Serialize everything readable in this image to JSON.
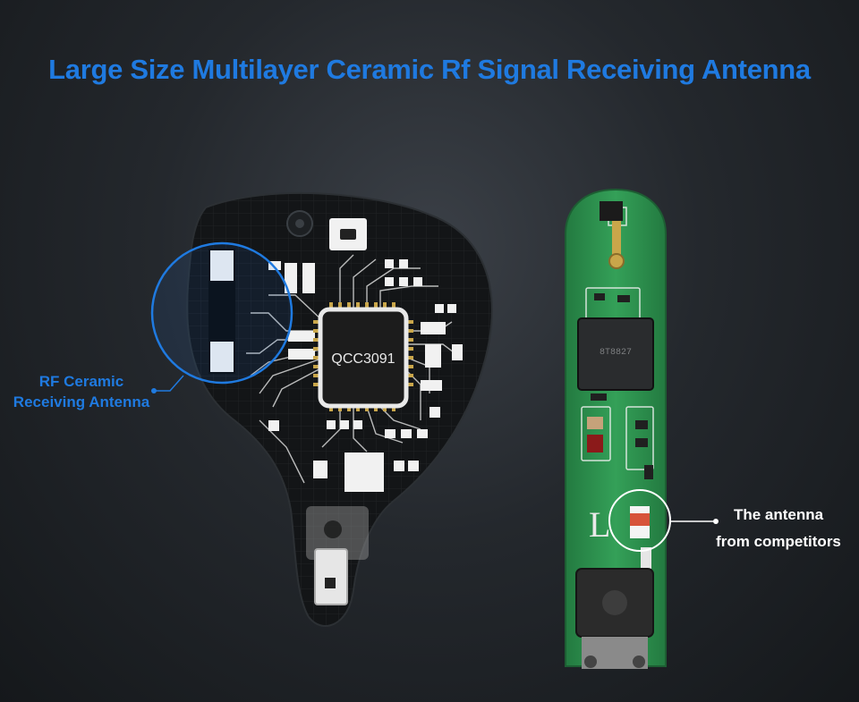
{
  "headline": "Large Size Multilayer Ceramic Rf Signal Receiving Antenna",
  "callout_left": {
    "line1": "RF Ceramic",
    "line2": "Receiving Antenna"
  },
  "callout_right": {
    "line1": "The antenna",
    "line2": "from competitors"
  },
  "chip_label": "QCC3091",
  "pcb_silkscreen": "L",
  "colors": {
    "accent_blue": "#1f7ae0",
    "pcb_green": "#2f8f4f",
    "earbud_dark": "#141618",
    "chip_gold": "#c9a64a"
  }
}
